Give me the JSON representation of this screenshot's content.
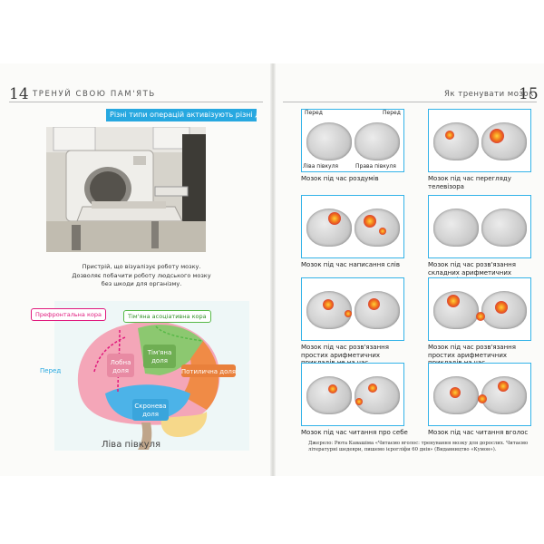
{
  "left_page": {
    "page_number": "14",
    "running_header": "ТРЕНУЙ СВОЮ ПАМ'ЯТЬ",
    "section_title": "Різні типи операцій активізують різні ділянки головного мозку",
    "photo_caption": [
      "Пристрій, що візуалізує роботу мозку.",
      "Дозволяє побачити роботу людського мозку",
      "без шкоди для організму."
    ],
    "diagram": {
      "labels": {
        "prefrontal": "Префронтальна кора",
        "temporal_assoc": "Тім'яна асоціативна кора",
        "front": "Перед",
        "frontal_lobe": [
          "Лобна",
          "доля"
        ],
        "parietal_lobe": [
          "Тім'яна",
          "доля"
        ],
        "occipital_lobe": "Потилична доля",
        "temporal_lobe": [
          "Скронева",
          "доля"
        ]
      },
      "title": "Ліва півкуля",
      "colors": {
        "frontal": "#f4a6b8",
        "parietal": "#8cc870",
        "occipital": "#f08b46",
        "temporal": "#4cb3e8",
        "cerebellum": "#f6d88a",
        "prefrontal_accent": "#e0197d",
        "assoc_accent": "#57b947"
      }
    }
  },
  "right_page": {
    "page_number": "15",
    "running_header": "Як тренувати мозок",
    "first_cell_labels": {
      "front_left": "Перед",
      "front_right": "Перед",
      "left_hemisphere": "Ліва півкуля",
      "right_hemisphere": "Права півкуля"
    },
    "scans": [
      {
        "caption": "Мозок під час роздумів"
      },
      {
        "caption": "Мозок під час перегляду телевізора"
      },
      {
        "caption": "Мозок під час написання слів"
      },
      {
        "caption": "Мозок під час розв'язання складних арифметичних прикладів"
      },
      {
        "caption": "Мозок під час розв'язання простих арифметичних прикладів не на час"
      },
      {
        "caption": "Мозок під час розв'язання простих арифметичних прикладів на час"
      },
      {
        "caption": "Мозок під час читання про себе"
      },
      {
        "caption": "Мозок під час читання вголос"
      }
    ],
    "source_note": "Джерело: Рюта Кавашіма «Читаємо вголос: тренування мозку для дорослих. Читаємо літературні шедеври, пишемо ієрогліфи 60 днів» (Видавництво «Кумон»)."
  }
}
